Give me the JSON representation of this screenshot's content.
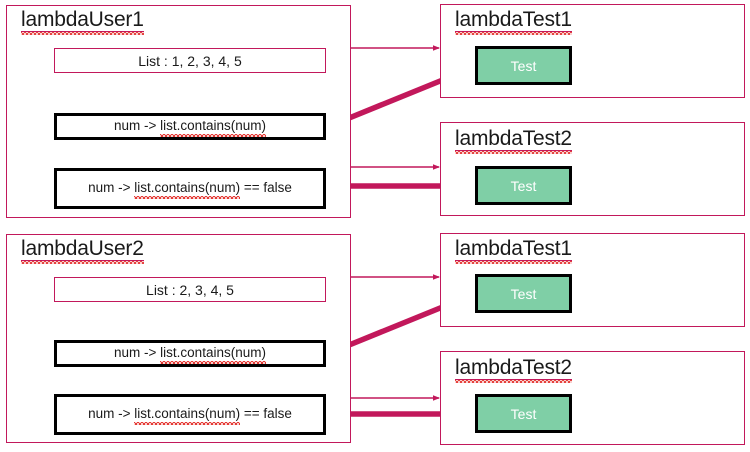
{
  "diagram": {
    "accent_color": "#C2185B",
    "test_fill_color": "#7FCFA6",
    "lambda_border_color": "#000000",
    "background_color": "#FFFFFF"
  },
  "user_panels": [
    {
      "title": "lambdaUser1",
      "list_label": "List : 1, 2, 3, 4, 5",
      "lambdas": [
        {
          "prefix": "num -> ",
          "underlined": "list.contains(num)",
          "suffix": ""
        },
        {
          "prefix": "num -> ",
          "underlined": "list.contains(num)",
          "suffix": " == false"
        }
      ]
    },
    {
      "title": "lambdaUser2",
      "list_label": "List : 2, 3, 4, 5",
      "lambdas": [
        {
          "prefix": "num -> ",
          "underlined": "list.contains(num)",
          "suffix": ""
        },
        {
          "prefix": "num -> ",
          "underlined": "list.contains(num)",
          "suffix": " == false"
        }
      ]
    }
  ],
  "test_panels": [
    {
      "title": "lambdaTest1",
      "button_label": "Test"
    },
    {
      "title": "lambdaTest2",
      "button_label": "Test"
    },
    {
      "title": "lambdaTest1",
      "button_label": "Test"
    },
    {
      "title": "lambdaTest2",
      "button_label": "Test"
    }
  ]
}
